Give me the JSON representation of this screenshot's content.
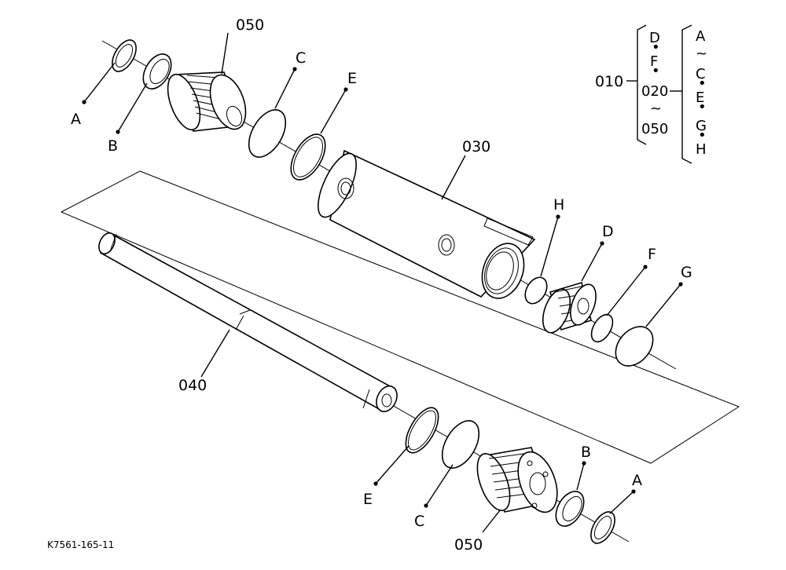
{
  "labels": {
    "p050_top": "050",
    "p050_bottom": "050",
    "p030": "030",
    "p040": "040",
    "p010": "010",
    "A_top": "A",
    "B_top": "B",
    "C_top": "C",
    "E_top": "E",
    "H": "H",
    "D": "D",
    "F": "F",
    "G": "G",
    "E_bottom": "E",
    "C_bottom": "C",
    "B_bottom": "B",
    "A_bottom": "A"
  },
  "kit_legend": {
    "left_column": [
      "D",
      "•",
      "F",
      "•",
      "020",
      "~",
      "050"
    ],
    "right_column": [
      "A",
      "~",
      "C",
      "•",
      "E",
      "•",
      "G",
      "•",
      "H"
    ]
  },
  "figure_code": "K7561-165-11"
}
